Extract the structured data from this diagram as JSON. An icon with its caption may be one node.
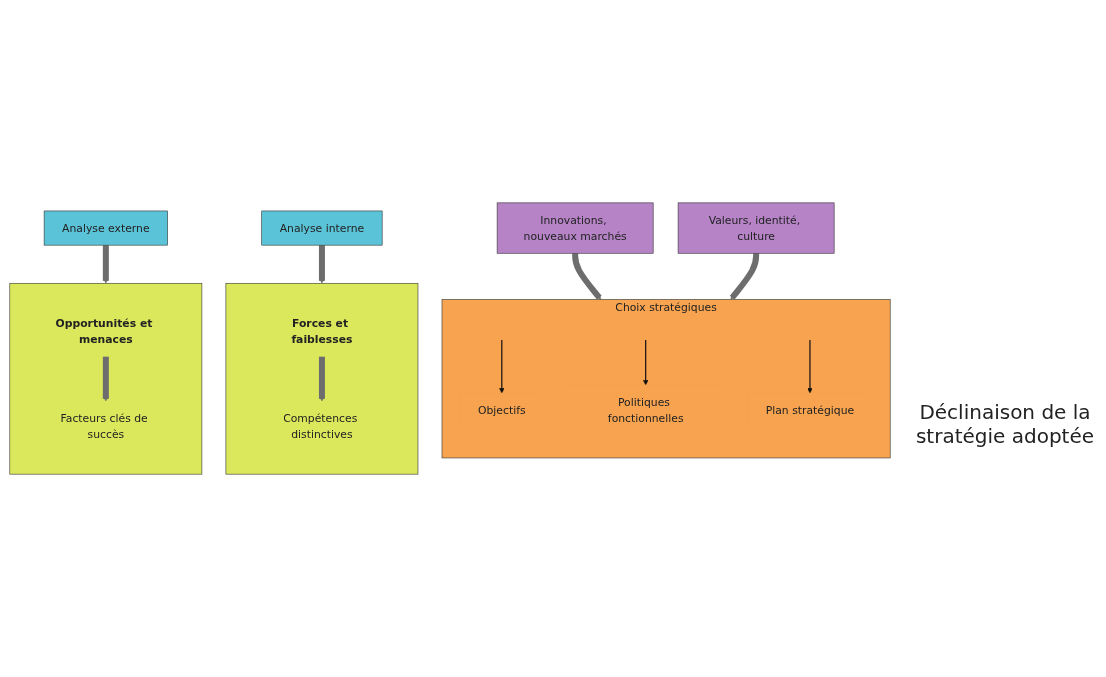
{
  "diagram": {
    "nodes": [
      {
        "text": [
          "Analyse externe"
        ]
      },
      {
        "text": [
          "Analyse interne"
        ]
      },
      {
        "text": [
          "Innovations, nouveaux marchés"
        ]
      },
      {
        "text": [],
        "shape": "box"
      },
      {
        "text": [
          "Opportunités et menaces"
        ],
        "in": 3
      },
      {
        "text": [
          "Facteurs clés de succès"
        ],
        "in": 3
      },
      {
        "text": [],
        "shape": "box"
      },
      {
        "text": [
          "Forces et faiblesses"
        ],
        "in": 6
      },
      {
        "text": [
          "Compétences distinctives"
        ],
        "in": 6
      },
      {
        "text": [
          "Valeurs, identité, culture"
        ]
      },
      {
        "text": [
          "Choix stratégiques"
        ]
      },
      {
        "text": [
          "Objectifs"
        ],
        "in": 10
      },
      {
        "text": [
          "Politiques fonctionnelles"
        ],
        "in": 10
      },
      {
        "text": [
          "Plan stratégique"
        ],
        "in": 10
      }
    ],
    "edges": [
      {
        "from": 0,
        "to": 3,
        "arrow": "to"
      },
      {
        "from": 1,
        "to": 6,
        "arrow": "to"
      },
      {
        "from": 4,
        "to": 5,
        "arrow": "to"
      },
      {
        "from": 7,
        "to": 8,
        "arrow": "to"
      },
      {
        "from": 2,
        "to": 10,
        "arrow": "to"
      },
      {
        "from": 9,
        "to": 10,
        "arrow": "to"
      },
      {
        "from": null,
        "to": 11,
        "arrow": "to",
        "color": "#111111"
      },
      {
        "from": null,
        "to": 12,
        "arrow": "to",
        "color": "#111111"
      },
      {
        "from": null,
        "to": 13,
        "arrow": "to",
        "color": "#111111"
      }
    ],
    "labels": [
      "Déclinaison de la stratégie adoptée"
    ]
  }
}
